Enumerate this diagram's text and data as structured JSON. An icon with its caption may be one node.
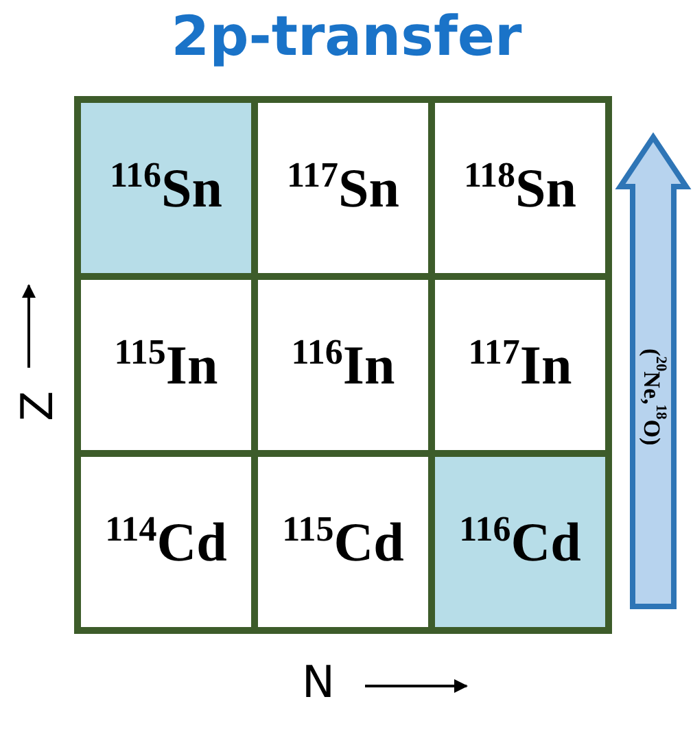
{
  "diagram": {
    "title": "2p-transfer",
    "nodes": [
      {
        "text": [
          "$^{116}$Sn"
        ]
      },
      {
        "text": [
          "$^{117}$Sn"
        ]
      },
      {
        "text": [
          "$^{118}$Sn"
        ]
      },
      {
        "text": [
          "$^{115}$In"
        ]
      },
      {
        "text": [
          "$^{116}$In"
        ]
      },
      {
        "text": [
          "$^{117}$In"
        ]
      },
      {
        "text": [
          "$^{114}$Cd"
        ]
      },
      {
        "text": [
          "$^{115}$Cd"
        ]
      },
      {
        "text": [
          "$^{116}$Cd"
        ]
      }
    ],
    "edges": [
      {
        "from": 8,
        "to": 2,
        "arrow": "to",
        "label": "($^{20}$Ne,$^{18}$O)",
        "style": "thick"
      }
    ],
    "labels": [
      "Z",
      "N"
    ]
  }
}
